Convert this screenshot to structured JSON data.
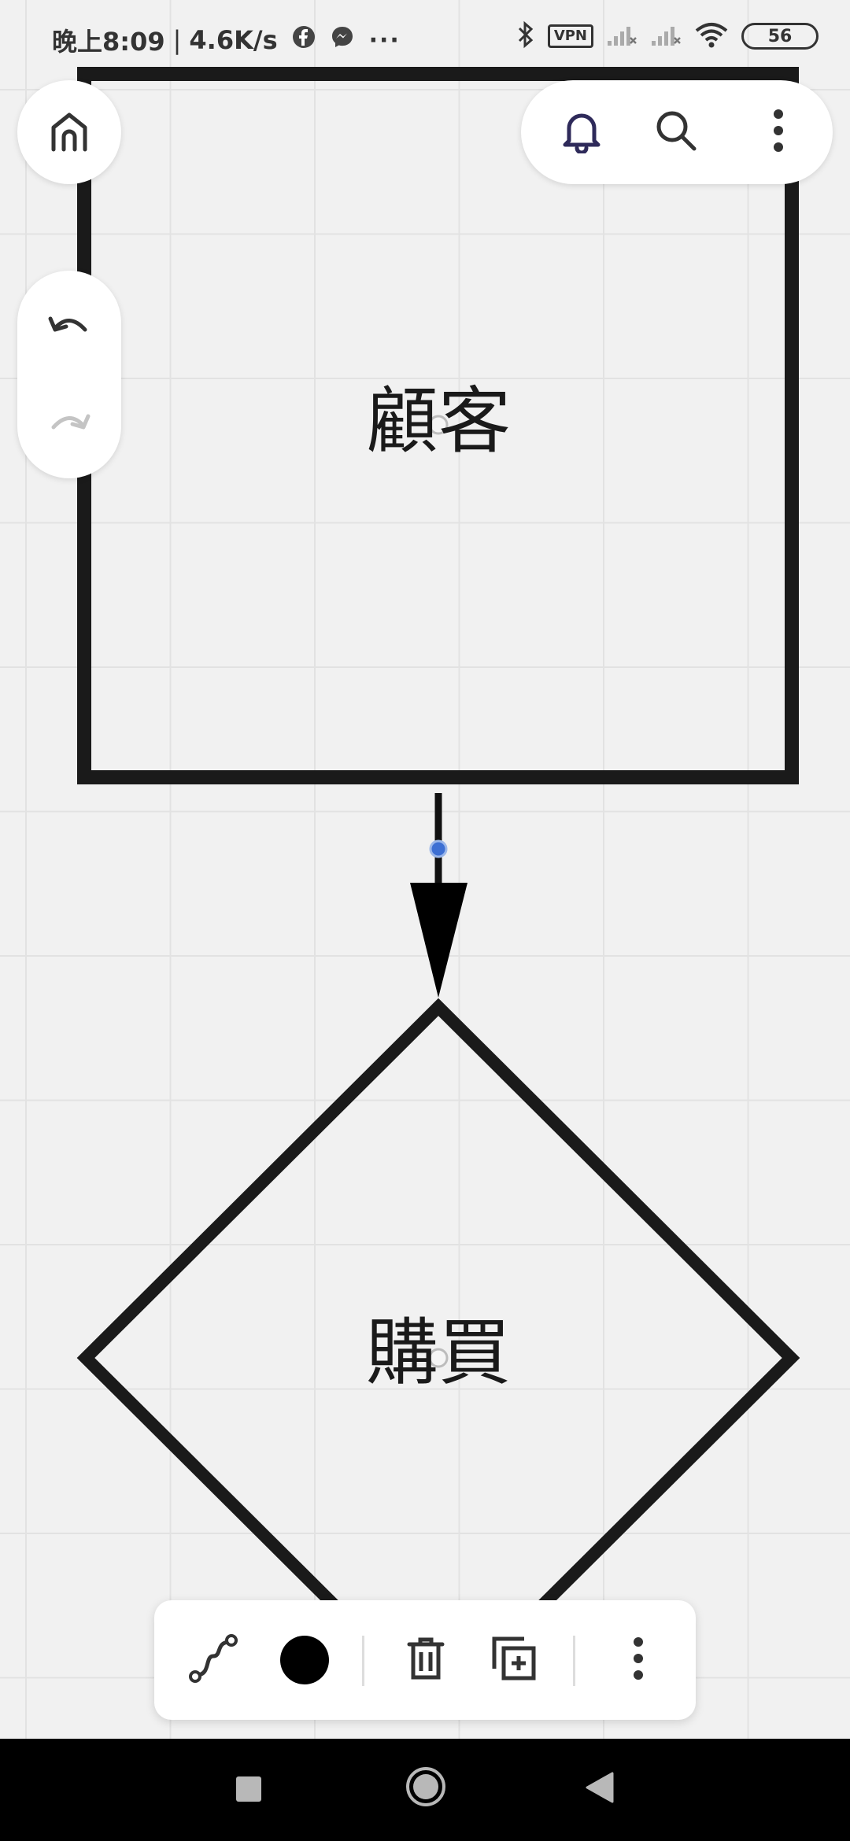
{
  "status_bar": {
    "time": "晚上8:09",
    "separator": "|",
    "network_speed": "4.6K/s",
    "more_dots": "···",
    "vpn": "VPN",
    "battery": "56",
    "icons": [
      "facebook-icon",
      "messenger-icon",
      "bluetooth-icon",
      "vpn-icon",
      "signal-icon",
      "signal-icon",
      "wifi-icon",
      "battery-icon"
    ]
  },
  "top_left_controls": {
    "icons": [
      "home-icon"
    ]
  },
  "top_right_controls": {
    "icons": [
      "bell-icon",
      "search-icon",
      "more-vertical-icon"
    ]
  },
  "history_controls": {
    "icons": [
      "undo-icon",
      "redo-icon"
    ]
  },
  "diagram": {
    "nodes": [
      {
        "shape": "rectangle",
        "label": "顧客"
      },
      {
        "shape": "diamond",
        "label": "購買"
      }
    ],
    "edges": [
      {
        "from": "顧客",
        "to": "購買",
        "style": "arrow",
        "selected": true
      }
    ],
    "stroke_color": "#1a1a1a",
    "selection_handle_color": "#3d6fd3"
  },
  "bottom_toolbar": {
    "items": [
      "connector-style-icon",
      "color-swatch",
      "trash-icon",
      "duplicate-icon",
      "more-vertical-icon"
    ],
    "selected_color": "#000000"
  },
  "nav_bar": {
    "icons": [
      "recents-square-icon",
      "home-circle-icon",
      "back-triangle-icon"
    ]
  }
}
